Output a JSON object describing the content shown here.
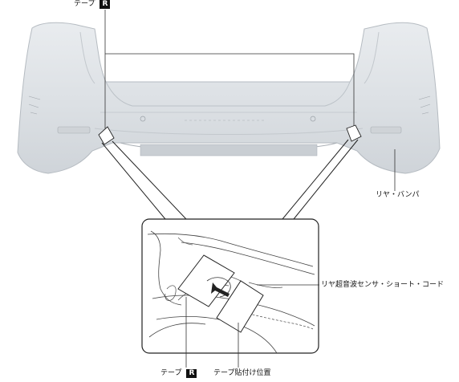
{
  "labels": {
    "top_tape": "テープ",
    "top_tape_code": "R",
    "bumper": "リヤ・バンパ",
    "sensor_cord": "リヤ超音波センサ・ショート・コード",
    "bottom_tape": "テープ",
    "bottom_tape_code": "R",
    "tape_position": "テープ貼付け位置"
  }
}
